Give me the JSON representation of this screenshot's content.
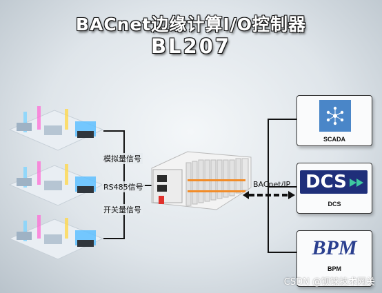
{
  "title": {
    "line1": "BACnet边缘计算I/O控制器",
    "line2": "BL207"
  },
  "signals": {
    "analog": "模拟量信号",
    "rs485": "RS485信号",
    "digital": "开关量信号"
  },
  "protocol_label": "BACnet/IP",
  "devices": {
    "scada": {
      "logo_text": "scada",
      "label": "SCADA"
    },
    "dcs": {
      "logo_text": "DCS",
      "label": "DCS"
    },
    "bpm": {
      "logo_text": "BPM",
      "label": "BPM"
    }
  },
  "watermark": "CSDN @钡铼技术网关",
  "colors": {
    "title_text": "#ffffff",
    "wire": "#111111",
    "scada_blue": "#4a86c8",
    "dcs_blue": "#1f2f7a",
    "dcs_green": "#3ec9a0",
    "bpm_blue": "#2a3f8f",
    "module_orange": "#f28c28",
    "module_red": "#e0312c"
  }
}
